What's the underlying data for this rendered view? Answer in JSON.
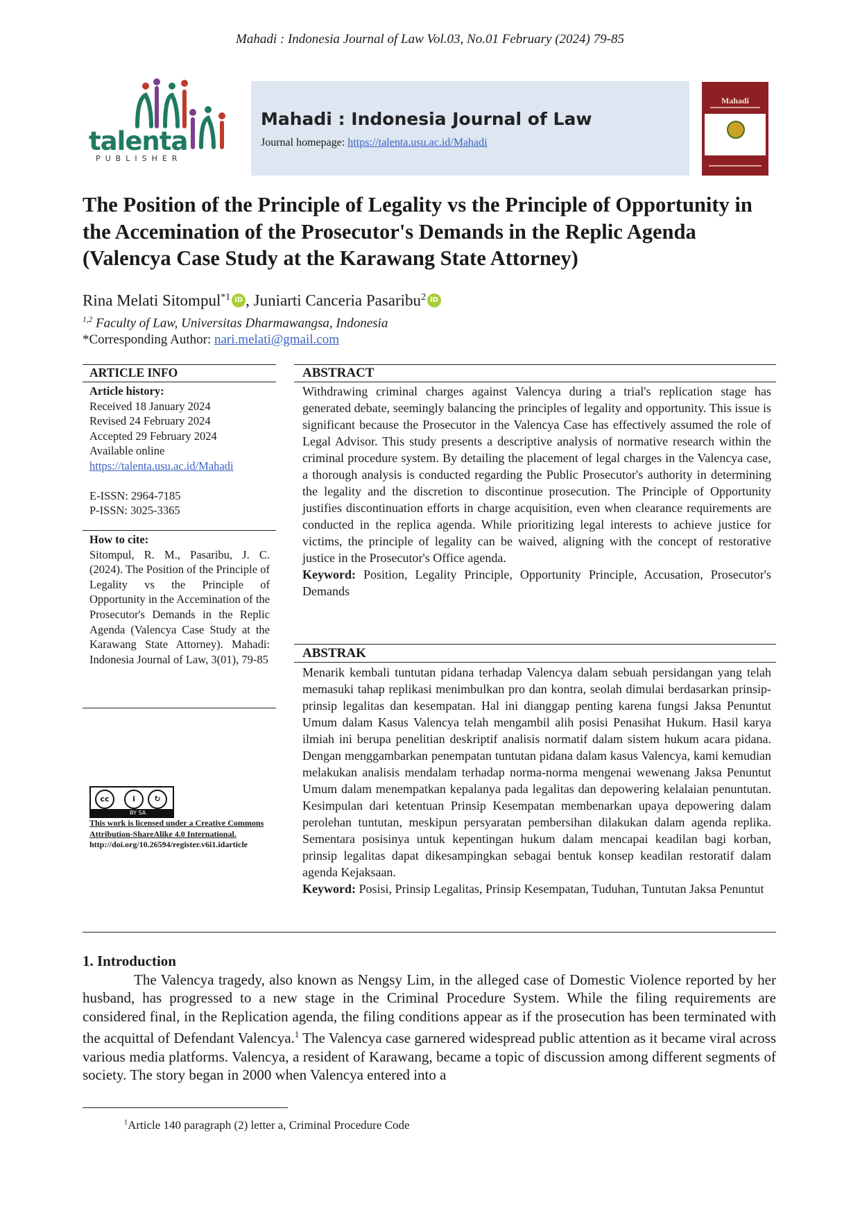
{
  "running_header": "Mahadi : Indonesia Journal of Law Vol.03, No.01 February (2024) 79-85",
  "logo": {
    "wordmark": "talenta",
    "sub": "PUBLISHER",
    "colors": {
      "green": "#1f7a61",
      "purple": "#7b3f8c",
      "red": "#c0392b"
    }
  },
  "journal_box": {
    "title": "Mahadi : Indonesia Journal of Law",
    "homepage_label": "Journal homepage: ",
    "homepage_url": "https://talenta.usu.ac.id/Mahadi"
  },
  "cover": {
    "title": "Mahadi",
    "colors": {
      "background": "#8e1f24"
    }
  },
  "title": "The Position of the Principle of Legality vs the Principle of Opportunity in the Accemination of the Prosecutor's Demands in the Replic Agenda (Valencya Case Study at the Karawang State Attorney)",
  "authors": [
    {
      "name": "Rina Melati Sitompul",
      "sup": "*1"
    },
    {
      "name": "Juniarti Canceria  Pasaribu",
      "sup": "2"
    }
  ],
  "author_separator": ", ",
  "orcid_label": "iD",
  "affiliation": {
    "sup": "1,2",
    "text": " Faculty of Law, Universitas Dharmawangsa, Indonesia"
  },
  "corresponding": {
    "label": "*Corresponding Author: ",
    "email": "nari.melati@gmail.com"
  },
  "article_info": {
    "heading": "ARTICLE   INFO",
    "history_heading": "Article history:",
    "history": [
      "Received 18 January 2024",
      "Revised 24 February 2024",
      "Accepted 29 February 2024",
      "Available online"
    ],
    "online_url": "https://talenta.usu.ac.id/Mahadi",
    "eissn": "E-ISSN: 2964-7185",
    "pissn": "P-ISSN: 3025-3365",
    "cite_heading": "How to cite:",
    "cite_text": "Sitompul, R. M., Pasaribu, J. C. (2024). The Position of the Principle of Legality vs the Principle of Opportunity in the Accemination of the Prosecutor's Demands in the Replic Agenda (Valencya Case Study at the Karawang State Attorney). Mahadi: Indonesia Journal of Law, 3(01), 79-85"
  },
  "license": {
    "badge_band": "BY   SA",
    "badge_symbols": [
      "cc",
      "i",
      "↻"
    ],
    "text": "This work is licensed under a Creative Commons Attribution-ShareAlike 4.0 International.",
    "doi": "http://doi.org/10.26594/register.v6i1.idarticle"
  },
  "abstract": {
    "heading": "ABSTRACT",
    "text": "Withdrawing criminal charges against Valencya during a trial's replication stage has generated debate, seemingly balancing the principles of legality and opportunity. This issue is significant because the Prosecutor in the Valencya Case has effectively assumed the role of Legal Advisor. This study presents a descriptive analysis of normative research within the criminal procedure system. By detailing the placement of legal charges in the Valencya case, a thorough analysis is conducted regarding the Public Prosecutor's authority in determining the legality and the discretion to discontinue prosecution. The Principle of Opportunity justifies discontinuation efforts in charge acquisition, even when clearance requirements are conducted in the replica agenda. While prioritizing legal interests to achieve justice for victims, the principle of legality can be waived, aligning with the concept of restorative justice in the Prosecutor's Office agenda.",
    "keyword_label": "Keyword:",
    "keywords": " Position, Legality Principle, Opportunity Principle, Accusation, Prosecutor's Demands"
  },
  "abstrak": {
    "heading": "ABSTRAK",
    "text": "Menarik kembali tuntutan pidana terhadap Valencya dalam sebuah persidangan yang telah memasuki tahap replikasi menimbulkan pro dan kontra, seolah dimulai berdasarkan prinsip-prinsip legalitas dan kesempatan. Hal ini dianggap penting karena fungsi Jaksa Penuntut Umum dalam Kasus Valencya telah mengambil alih posisi Penasihat Hukum. Hasil karya ilmiah ini berupa penelitian deskriptif analisis normatif dalam sistem hukum acara pidana. Dengan menggambarkan penempatan tuntutan pidana dalam kasus Valencya, kami kemudian melakukan analisis mendalam terhadap norma-norma mengenai wewenang Jaksa Penuntut Umum dalam menempatkan kepalanya pada legalitas dan depowering kelalaian penuntutan. Kesimpulan dari ketentuan Prinsip Kesempatan membenarkan upaya depowering dalam perolehan tuntutan, meskipun persyaratan pembersihan dilakukan dalam agenda replika. Sementara posisinya untuk kepentingan hukum dalam mencapai keadilan bagi korban, prinsip legalitas dapat dikesampingkan sebagai bentuk konsep keadilan restoratif dalam agenda Kejaksaan.",
    "keyword_label": "Keyword:",
    "keywords": " Posisi, Prinsip Legalitas, Prinsip Kesempatan, Tuduhan, Tuntutan Jaksa Penuntut"
  },
  "introduction": {
    "heading": "1.    Introduction",
    "text_a": "The Valencya tragedy, also known as Nengsy Lim, in the alleged case of Domestic Violence reported by her husband, has progressed to a new stage in the Criminal Procedure System. While the filing requirements are considered final, in the Replication agenda, the filing conditions appear as if the prosecution has been terminated with the acquittal of Defendant Valencya.",
    "fn_mark": "1",
    "text_b": " The Valencya case garnered widespread public attention as it became viral across various media platforms. Valencya, a resident of Karawang, became a topic of discussion among different segments of society. The story began in 2000 when Valencya entered into a"
  },
  "footnote": {
    "mark": "1",
    "text": "Article 140 paragraph (2) letter a, Criminal Procedure Code"
  }
}
